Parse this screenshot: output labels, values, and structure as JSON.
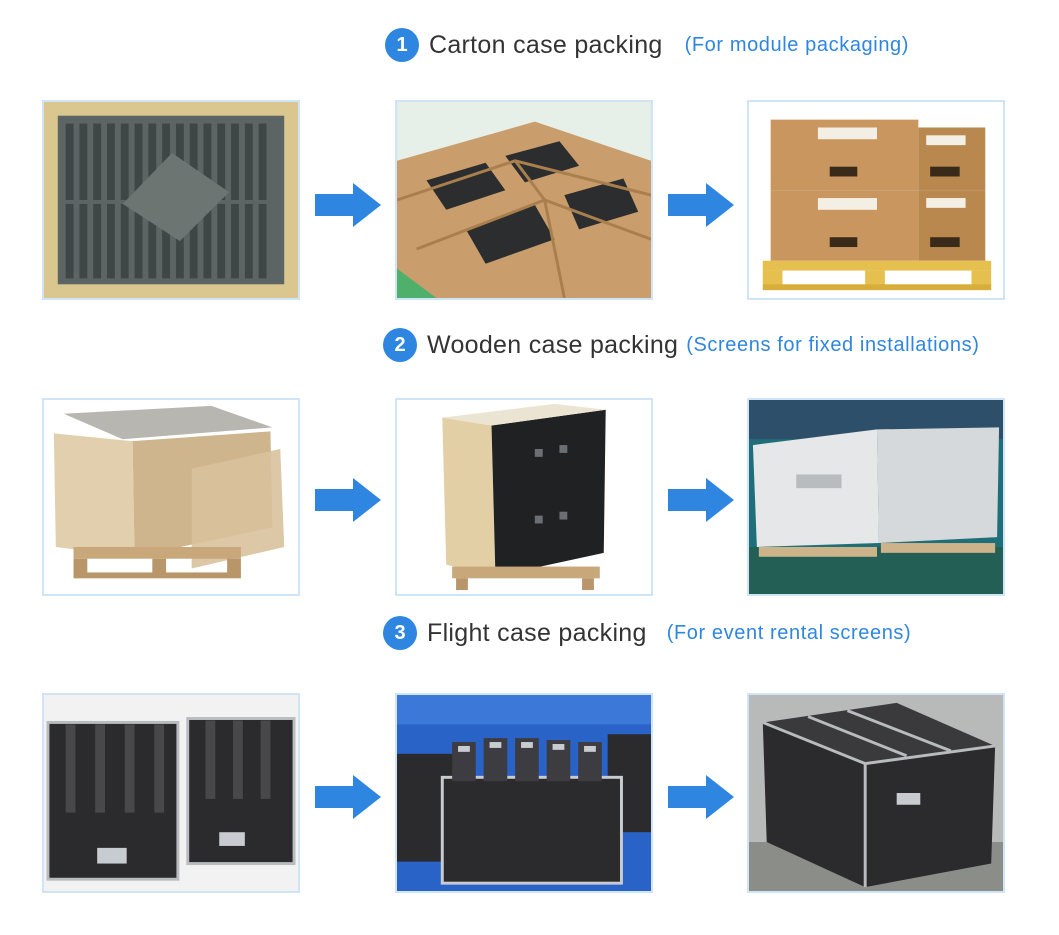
{
  "sections": [
    {
      "number": "1",
      "title": "Carton case packing",
      "subtitle": "(For module packaging)"
    },
    {
      "number": "2",
      "title": "Wooden case packing",
      "subtitle": "(Screens for fixed installations)"
    },
    {
      "number": "3",
      "title": "Flight case packing",
      "subtitle": "(For event rental screens)"
    }
  ],
  "colors": {
    "accent": "#2f86e0",
    "frame": "#cfe4f6",
    "cardboard": "#c9a06a",
    "flightcase": "#2b2a2c"
  }
}
